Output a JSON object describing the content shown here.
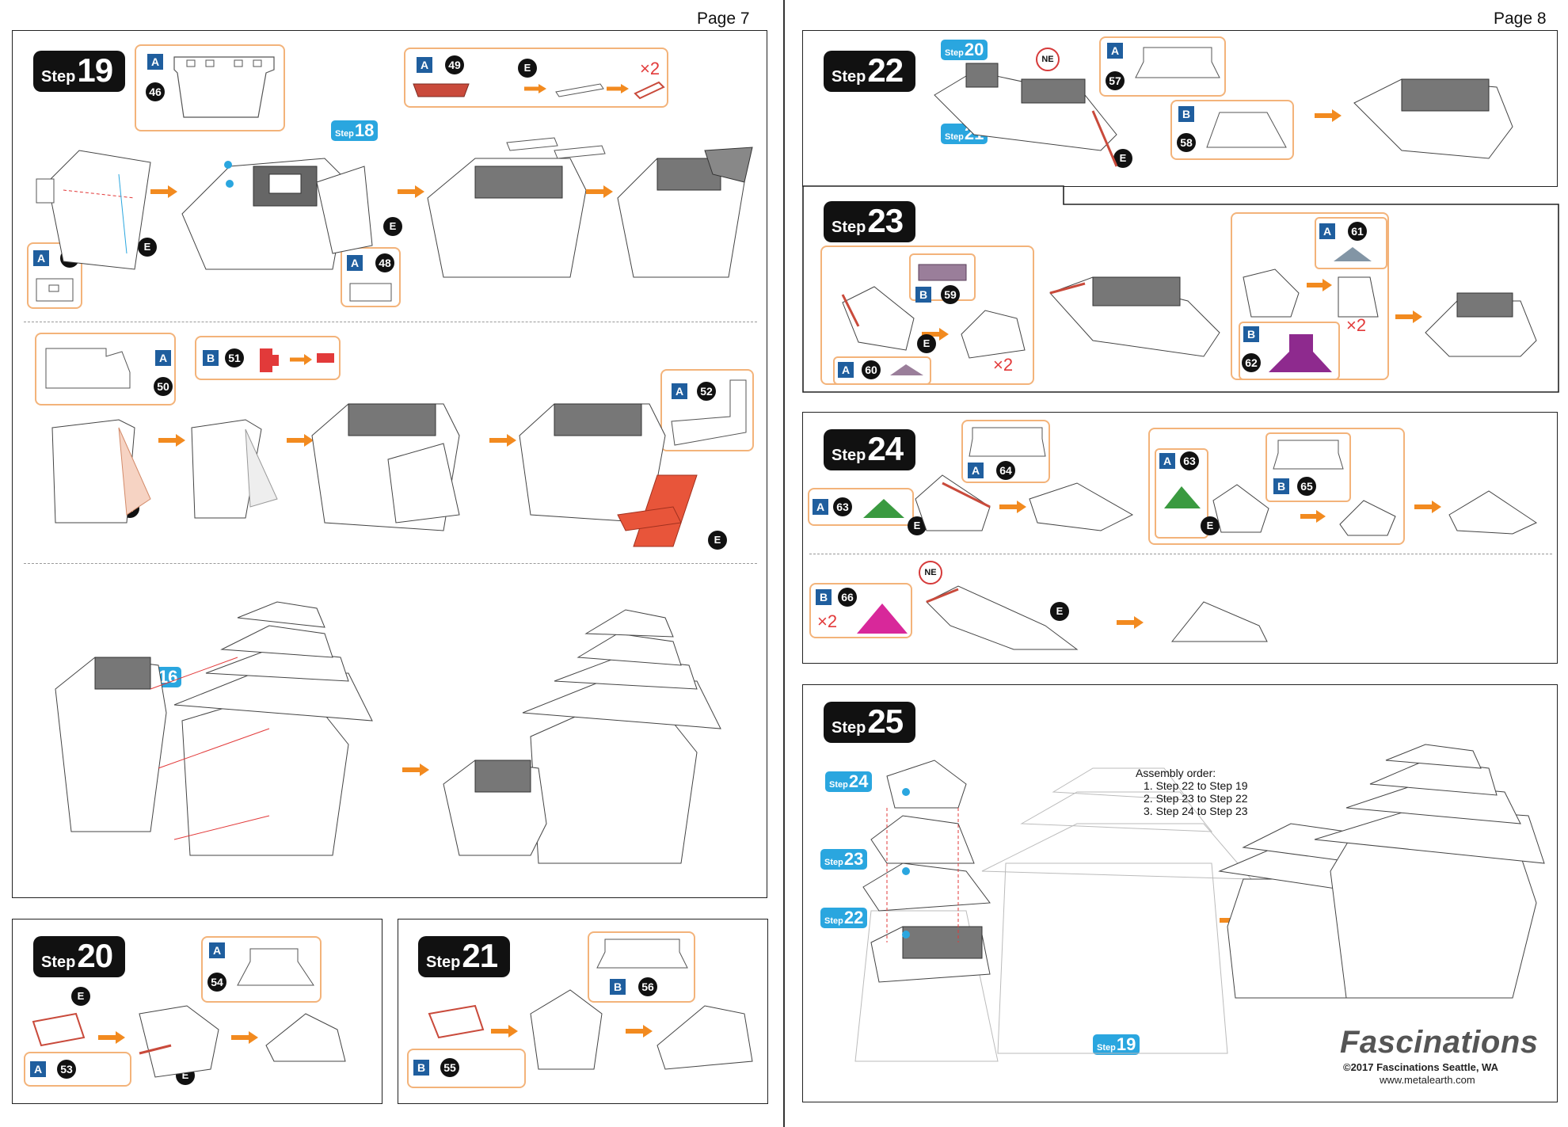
{
  "pages": {
    "left": "Page 7",
    "right": "Page 8"
  },
  "steps": {
    "s19": {
      "word": "Step",
      "num": "19"
    },
    "s20": {
      "word": "Step",
      "num": "20"
    },
    "s21": {
      "word": "Step",
      "num": "21"
    },
    "s22": {
      "word": "Step",
      "num": "22"
    },
    "s23": {
      "word": "Step",
      "num": "23"
    },
    "s24": {
      "word": "Step",
      "num": "24"
    },
    "s25": {
      "word": "Step",
      "num": "25"
    }
  },
  "refs": {
    "r18": "18",
    "r16": "16",
    "r20": "20",
    "r21": "21",
    "r24": "24",
    "r23": "23",
    "r22": "22",
    "r19": "19",
    "word": "Step"
  },
  "parts": {
    "p46": {
      "sheet": "A",
      "num": "46"
    },
    "p47": {
      "sheet": "A",
      "num": "47"
    },
    "p48": {
      "sheet": "A",
      "num": "48"
    },
    "p49": {
      "sheet": "A",
      "num": "49"
    },
    "p50": {
      "sheet": "A",
      "num": "50"
    },
    "p51": {
      "sheet": "B",
      "num": "51"
    },
    "p52": {
      "sheet": "A",
      "num": "52"
    },
    "p53": {
      "sheet": "A",
      "num": "53"
    },
    "p54": {
      "sheet": "A",
      "num": "54"
    },
    "p55": {
      "sheet": "B",
      "num": "55"
    },
    "p56": {
      "sheet": "B",
      "num": "56"
    },
    "p57": {
      "sheet": "A",
      "num": "57"
    },
    "p58": {
      "sheet": "B",
      "num": "58"
    },
    "p59": {
      "sheet": "B",
      "num": "59"
    },
    "p60": {
      "sheet": "A",
      "num": "60"
    },
    "p61": {
      "sheet": "A",
      "num": "61"
    },
    "p62": {
      "sheet": "B",
      "num": "62"
    },
    "p63a": {
      "sheet": "A",
      "num": "63"
    },
    "p63b": {
      "sheet": "A",
      "num": "63"
    },
    "p64": {
      "sheet": "A",
      "num": "64"
    },
    "p65": {
      "sheet": "B",
      "num": "65"
    },
    "p66": {
      "sheet": "B",
      "num": "66"
    }
  },
  "labels": {
    "e": "E",
    "ne": "NE",
    "x2": "×2"
  },
  "assembly": {
    "title": "Assembly order:",
    "items": [
      "1.  Step 22 to Step 19",
      "2.  Step 23 to Step 22",
      "3.  Step 24 to Step 23"
    ]
  },
  "brand": {
    "name": "Fascinations",
    "copyright": "©2017 Fascinations Seattle, WA",
    "url": "www.metalearth.com"
  },
  "colors": {
    "orange": "#f28a1f",
    "blue": "#2aa6df",
    "red": "#e23a3a",
    "green": "#22a04a",
    "magenta": "#d8289a",
    "purple": "#8e2a8e"
  }
}
